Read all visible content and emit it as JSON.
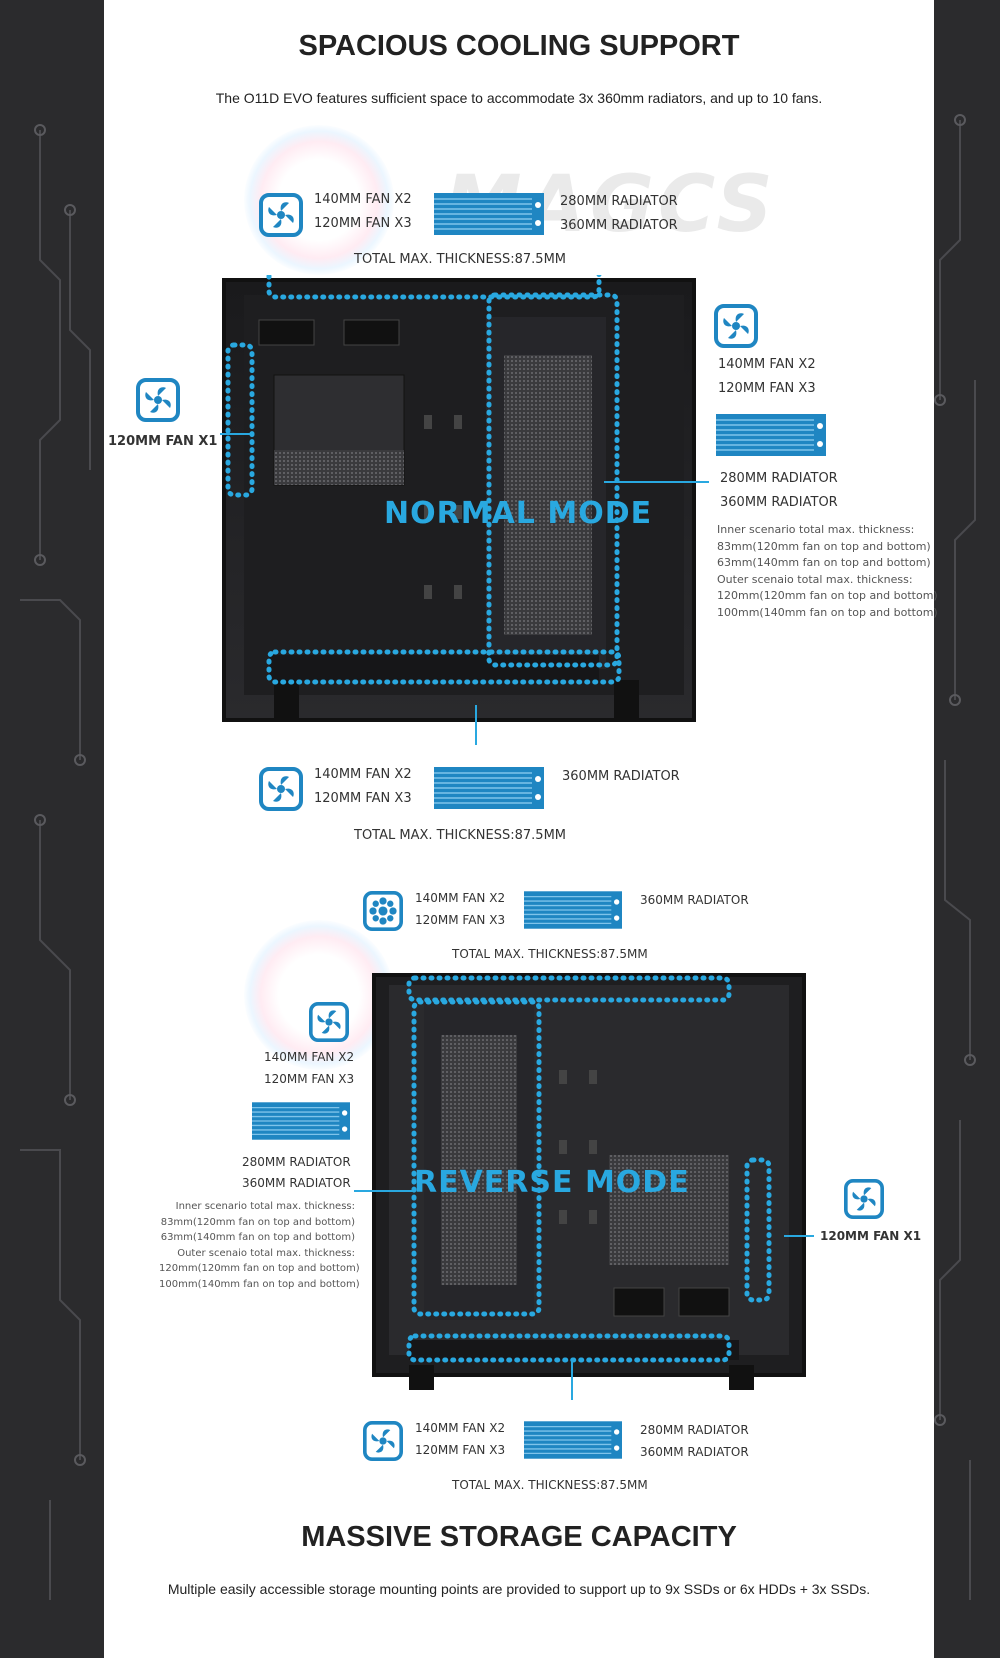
{
  "section1": {
    "title": "SPACIOUS COOLING SUPPORT",
    "subtitle": "The O11D EVO features sufficient space to accommodate 3x 360mm radiators, and up to 10 fans."
  },
  "watermark": "MAGCS",
  "normal": {
    "mode_label": "NORMAL MODE",
    "top": {
      "fan_line1": "140MM FAN X2",
      "fan_line2": "120MM FAN X3",
      "rad_line1": "280MM RADIATOR",
      "rad_line2": "360MM RADIATOR",
      "thickness": "TOTAL MAX. THICKNESS:87.5MM"
    },
    "rear": {
      "fan": "120MM FAN X1"
    },
    "side": {
      "fan_line1": "140MM FAN X2",
      "fan_line2": "120MM FAN X3",
      "rad_line1": "280MM RADIATOR",
      "rad_line2": "360MM RADIATOR",
      "notes": [
        "Inner scenario total max. thickness:",
        "83mm(120mm fan on top and bottom)",
        "63mm(140mm fan on top and bottom)",
        "Outer scenaio total max. thickness:",
        "120mm(120mm fan on top and bottom)",
        "100mm(140mm fan on top and bottom)"
      ]
    },
    "bottom": {
      "fan_line1": "140MM FAN X2",
      "fan_line2": "120MM FAN X3",
      "rad_line1": "360MM RADIATOR",
      "thickness": "TOTAL MAX. THICKNESS:87.5MM"
    }
  },
  "reverse": {
    "mode_label": "REVERSE MODE",
    "top": {
      "fan_line1": "140MM FAN X2",
      "fan_line2": "120MM FAN X3",
      "rad_line1": "360MM RADIATOR",
      "thickness": "TOTAL MAX. THICKNESS:87.5MM"
    },
    "side": {
      "fan_line1": "140MM FAN X2",
      "fan_line2": "120MM FAN X3",
      "rad_line1": "280MM RADIATOR",
      "rad_line2": "360MM RADIATOR",
      "notes": [
        "Inner scenario total max. thickness:",
        "83mm(120mm fan on top and bottom)",
        "63mm(140mm fan on top and bottom)",
        "Outer scenaio total max. thickness:",
        "120mm(120mm fan on top and bottom)",
        "100mm(140mm fan on top and bottom)"
      ]
    },
    "rear": {
      "fan": "120MM FAN X1"
    },
    "bottom": {
      "fan_line1": "140MM FAN X2",
      "fan_line2": "120MM FAN X3",
      "rad_line1": "280MM RADIATOR",
      "rad_line2": "360MM RADIATOR",
      "thickness": "TOTAL MAX. THICKNESS:87.5MM"
    }
  },
  "section2": {
    "title": "MASSIVE STORAGE CAPACITY",
    "subtitle": "Multiple easily accessible storage mounting points are provided to support up to 9x SSDs or 6x HDDs + 3x SSDs."
  },
  "colors": {
    "accent": "#29a8e0",
    "icon_blue": "#1f86c2",
    "dark_bg": "#2b2b2d"
  }
}
